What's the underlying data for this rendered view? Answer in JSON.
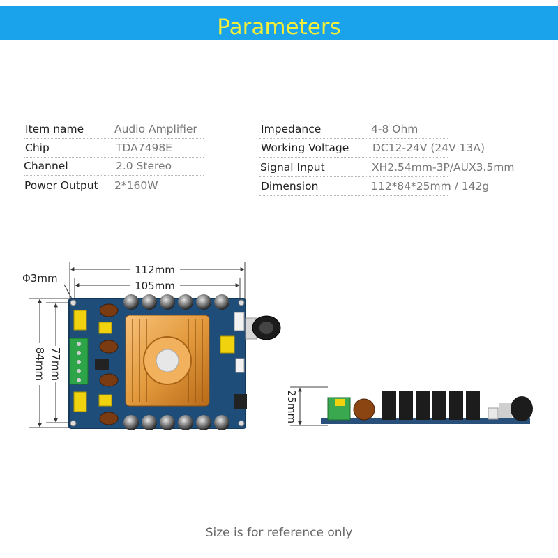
{
  "banner": {
    "title": "Parameters",
    "bg_color": "#1aa3ea",
    "text_color": "#f3ee3a"
  },
  "specs_left": [
    {
      "label": "Item name",
      "value": "Audio Amplifier"
    },
    {
      "label": "Chip",
      "value": "TDA7498E"
    },
    {
      "label": "Channel",
      "value": "2.0 Stereo"
    },
    {
      "label": "Power Output",
      "value": "2*160W"
    }
  ],
  "specs_right": [
    {
      "label": "Impedance",
      "value": "4-8 Ohm"
    },
    {
      "label": "Working Voltage",
      "value": "DC12-24V (24V 13A)"
    },
    {
      "label": "Signal Input",
      "value": "XH2.54mm-3P/AUX3.5mm"
    },
    {
      "label": "Dimension",
      "value": "112*84*25mm / 142g"
    }
  ],
  "dimensions": {
    "hole": "Φ3mm",
    "width_outer": "112mm",
    "width_inner": "105mm",
    "height_outer": "84mm",
    "height_inner": "77mm",
    "side_height": "25mm"
  },
  "footer": {
    "note": "Size is for reference only"
  }
}
